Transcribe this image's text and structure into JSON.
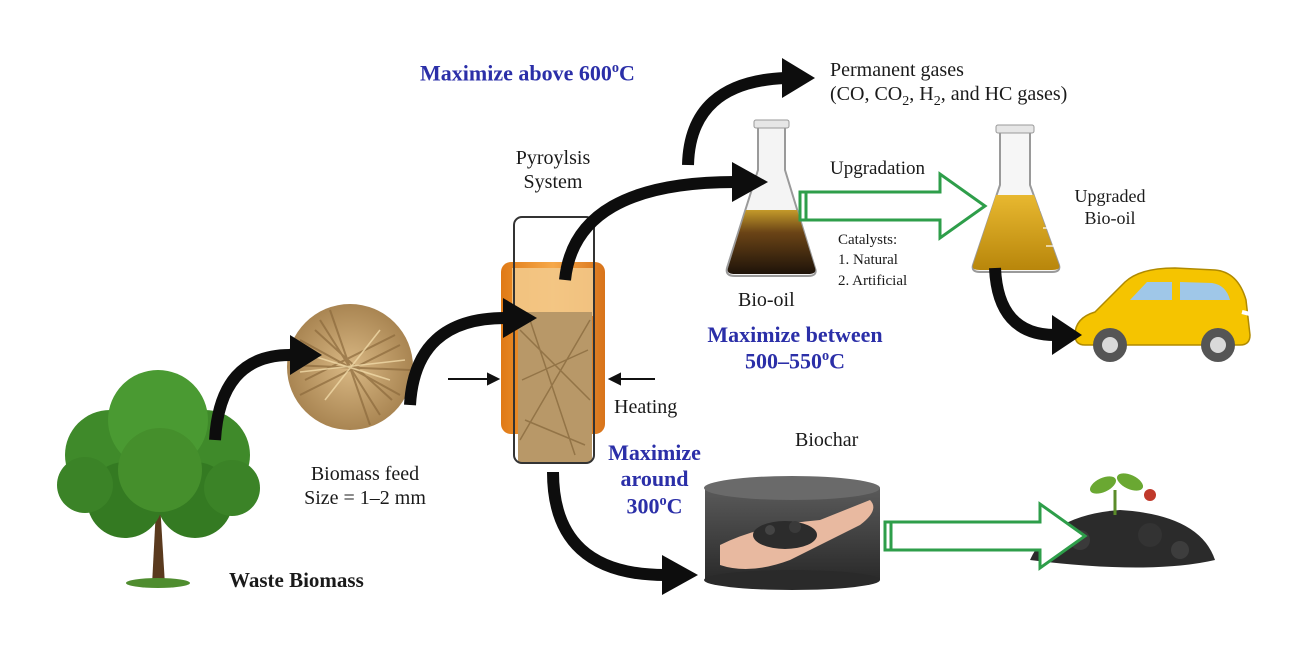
{
  "labels": {
    "waste_biomass": "Waste Biomass",
    "biomass_feed": "Biomass feed",
    "feed_size": "Size = 1–2 mm",
    "pyrolysis_line1": "Pyroylsis",
    "pyrolysis_line2": "System",
    "heating": "Heating",
    "max_gas_text": "Maximize above 600",
    "max_gas_unit": "C",
    "permanent_gases": "Permanent gases",
    "gases_co": "(CO, CO",
    "gases_h": ", H",
    "gases_end": ", and HC gases)",
    "sub_2": "2",
    "sup_o": "o",
    "bio_oil": "Bio-oil",
    "upgradation": "Upgradation",
    "catalysts_title": "Catalysts:",
    "catalyst_1": "1. Natural",
    "catalyst_2": "2. Artificial",
    "upgraded_line1": "Upgraded",
    "upgraded_line2": "Bio-oil",
    "max_oil_line1": "Maximize between",
    "max_oil_line2_text": "500–550",
    "max_oil_unit": "C",
    "biochar": "Biochar",
    "max_char_line1": "Maximize",
    "max_char_line2": "around",
    "max_char_line3_text": "300",
    "max_char_unit": "C"
  },
  "colors": {
    "accent_blue": "#2b2fa8",
    "arrow_black": "#0d0d0d",
    "green_arrow": "#2e9e4a",
    "tree_green": "#3f8a2a",
    "straw": "#c9a36b",
    "bio_oil_dark": "#3a2410",
    "upgraded_oil": "#d6a019",
    "car_yellow": "#f5c400",
    "char_grey": "#4a4a4a"
  }
}
